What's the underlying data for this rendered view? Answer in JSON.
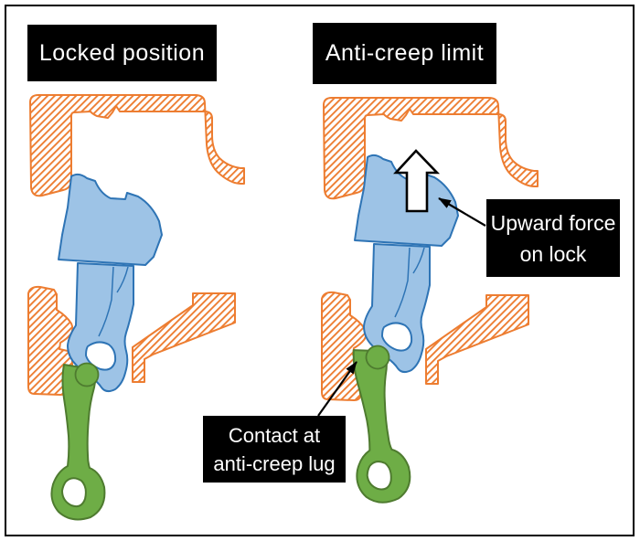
{
  "figure": {
    "background": "#FFFFFF",
    "border_color": "#000000",
    "description_visible_parts": [
      "hatched coupler housing",
      "lock",
      "lock-lift lever",
      "anti-creep lug"
    ]
  },
  "panels": {
    "left": {
      "title": "Locked position"
    },
    "right": {
      "title": "Anti-creep limit"
    }
  },
  "callouts": {
    "upward_force": {
      "line1": "Upward force",
      "line2": "on lock"
    },
    "contact": {
      "line1": "Contact at",
      "line2": "anti-creep lug"
    }
  },
  "colors": {
    "housing_hatch": "#ED7D31",
    "lock_fill": "#9DC3E6",
    "lock_outline": "#2E74B5",
    "lever_fill": "#6EAD46",
    "lever_outline": "#4E7B2F",
    "up_arrow_fill": "#FFFFFF",
    "up_arrow_outline": "#000000",
    "pointer_line": "#000000",
    "callout_bg": "#000000",
    "callout_text": "#FFFFFF"
  }
}
